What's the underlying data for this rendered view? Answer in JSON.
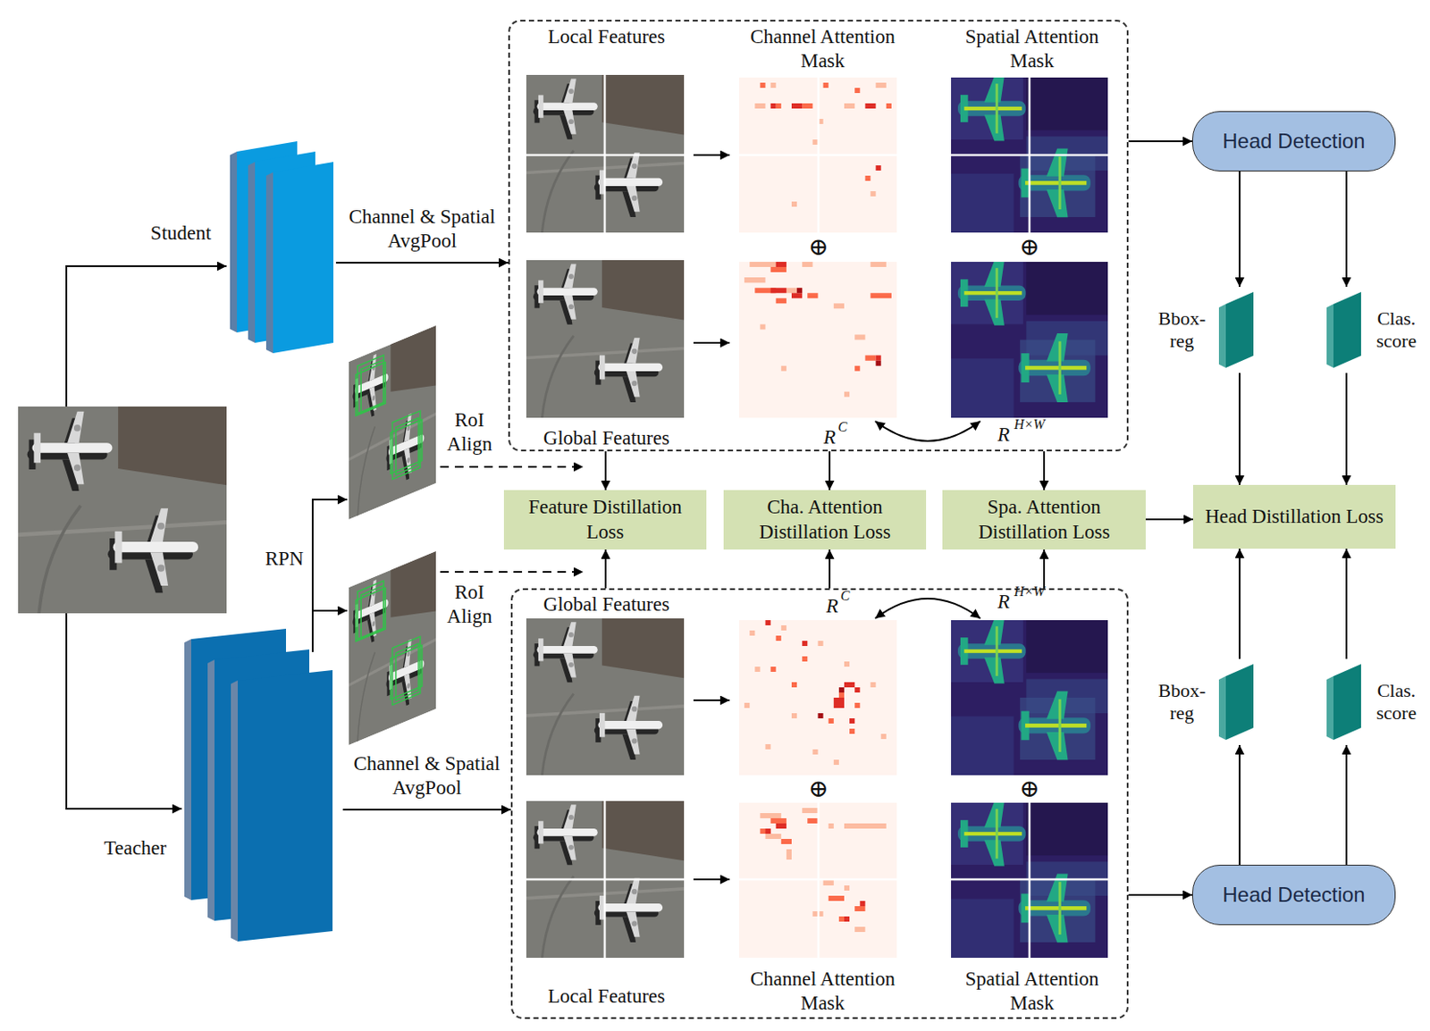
{
  "diagram": {
    "nodes": [
      {
        "text": [
          "Local Features",
          "Channel Attention Mask",
          "Spatial Attention Mask",
          "Global Features"
        ]
      },
      {
        "text": [
          "Head Detection"
        ]
      },
      {
        "text": [
          "Student"
        ]
      },
      {
        "text": [
          "Bbox- reg"
        ]
      },
      {
        "text": [
          "Clas. score"
        ]
      },
      {
        "text": [
          "Feature Distillation Loss"
        ]
      },
      {
        "text": [
          "Cha. Attention Distillation Loss"
        ]
      },
      {
        "text": [
          "Spa. Attention Distillation Loss"
        ]
      },
      {
        "text": [
          "Head Distillation Loss"
        ]
      },
      {
        "text": [
          "Global Features",
          "Local Features",
          "Channel Attention Mask",
          "Spatial Attention Mask"
        ]
      },
      {
        "text": [
          "Bbox- reg"
        ]
      },
      {
        "text": [
          "Clas. score"
        ]
      },
      {
        "text": [
          "Teacher"
        ]
      },
      {
        "text": [
          "Head Detection"
        ]
      }
    ],
    "edges": [
      {
        "from": 2,
        "to": 0,
        "arrow": "to",
        "label": "Channel & Spatial AvgPool"
      },
      {
        "from": 0,
        "to": 1,
        "arrow": "to"
      },
      {
        "from": 1,
        "to": 3,
        "arrow": "to"
      },
      {
        "from": 1,
        "to": 4,
        "arrow": "to"
      },
      {
        "from": 3,
        "to": 8,
        "arrow": "to"
      },
      {
        "from": 4,
        "to": 8,
        "arrow": "to"
      },
      {
        "from": 0,
        "to": 5,
        "arrow": "to"
      },
      {
        "from": 0,
        "to": 6,
        "arrow": "to"
      },
      {
        "from": 0,
        "to": 7,
        "arrow": "to"
      },
      {
        "from": 7,
        "to": 8,
        "arrow": "to"
      },
      {
        "from": 9,
        "to": 5,
        "arrow": "to"
      },
      {
        "from": 9,
        "to": 6,
        "arrow": "to"
      },
      {
        "from": 9,
        "to": 7,
        "arrow": "to"
      },
      {
        "from": 12,
        "to": 9,
        "arrow": "to",
        "label": "Channel & Spatial AvgPool"
      },
      {
        "from": 9,
        "to": 13,
        "arrow": "to"
      },
      {
        "from": 13,
        "to": 10,
        "arrow": "to"
      },
      {
        "from": 13,
        "to": 11,
        "arrow": "to"
      },
      {
        "from": 10,
        "to": 8,
        "arrow": "to"
      },
      {
        "from": 11,
        "to": 8,
        "arrow": "to"
      }
    ],
    "labels": [
      "⊕",
      "⊕",
      "RoI Align",
      "R",
      "C",
      "R",
      "H×W",
      "RPN",
      "RoI Align",
      "R",
      "C",
      "R",
      "H×W",
      "⊕",
      "⊕"
    ]
  }
}
